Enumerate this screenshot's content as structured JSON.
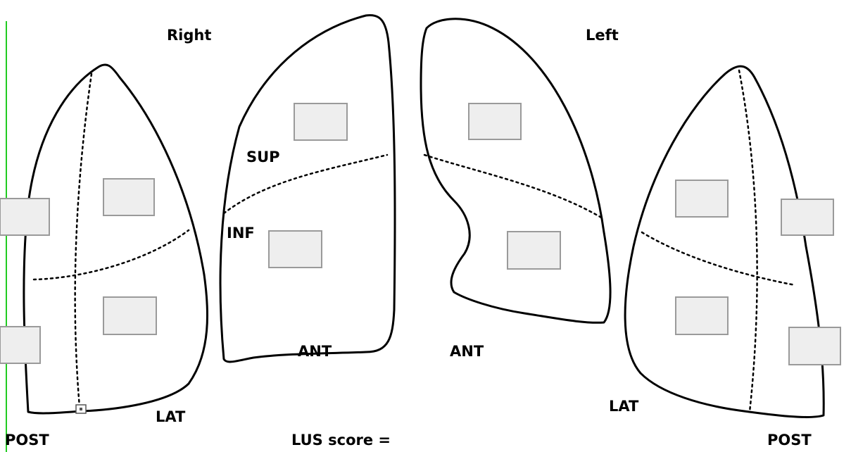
{
  "labels": {
    "right": "Right",
    "left": "Left",
    "sup": "SUP",
    "inf": "INF",
    "ant_right": "ANT",
    "ant_left": "ANT",
    "lat_right": "LAT",
    "lat_left": "LAT",
    "post_right": "POST",
    "post_left": "POST",
    "lus_score": "LUS score ="
  },
  "score_boxes": {
    "right_lateral": [
      "",
      "",
      "",
      ""
    ],
    "right_anterior": [
      "",
      ""
    ],
    "left_anterior": [
      "",
      ""
    ],
    "left_lateral": [
      "",
      "",
      "",
      ""
    ]
  },
  "colors": {
    "outline": "#000000",
    "box_fill": "#eeeeee",
    "box_stroke": "#9a9a9a",
    "edge_line": "#22cc22"
  }
}
